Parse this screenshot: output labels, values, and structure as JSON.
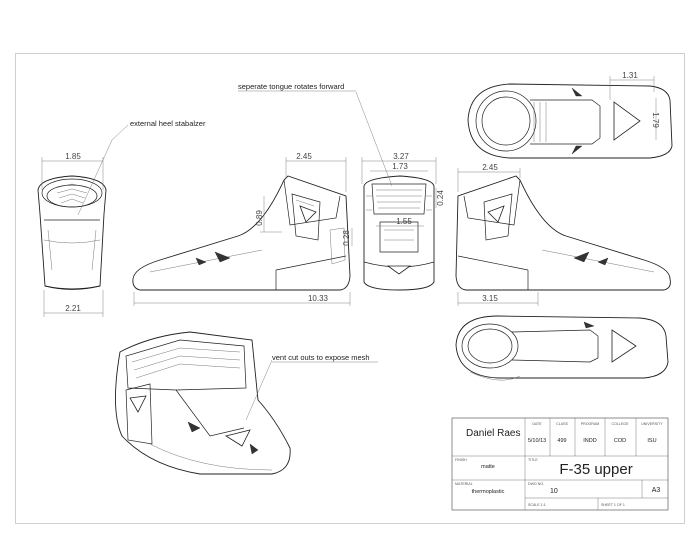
{
  "annotations": {
    "heel": "external heel stabalzer",
    "tongue": "seperate tongue rotates forward",
    "vent": "vent cut outs to expose mesh"
  },
  "dimensions": {
    "back_top_width": "1.85",
    "back_bottom_width": "2.21",
    "side_top": "2.45",
    "side_length": "10.33",
    "side_v1": "0.89",
    "side_v2": "0.28",
    "front_top": "3.27",
    "front_mid": "1.73",
    "front_low": "1.55",
    "front_v": "0.24",
    "top_width": "1.31",
    "top_height": "1.79",
    "side2_top": "2.45",
    "side2_bottom": "3.15"
  },
  "title_block": {
    "designer": "Daniel Raes",
    "headers": {
      "date": "DATE",
      "class": "CLASS",
      "program": "PROGRAM",
      "college": "COLLEGE",
      "university": "UNIVERSITY"
    },
    "values": {
      "date": "5/10/13",
      "class": "499",
      "program": "INDD",
      "college": "COD",
      "university": "ISU"
    },
    "finish_label": "FINISH",
    "finish": "matte",
    "title_label": "TITLE",
    "title": "F-35 upper",
    "material_label": "MATERIAL",
    "material": "thermoplastic",
    "dwg_label": "DWG NO.",
    "dwg_no": "10",
    "size": "A3",
    "scale": "SCALE 1:1",
    "sheet": "SHEET 1 OF 1"
  }
}
